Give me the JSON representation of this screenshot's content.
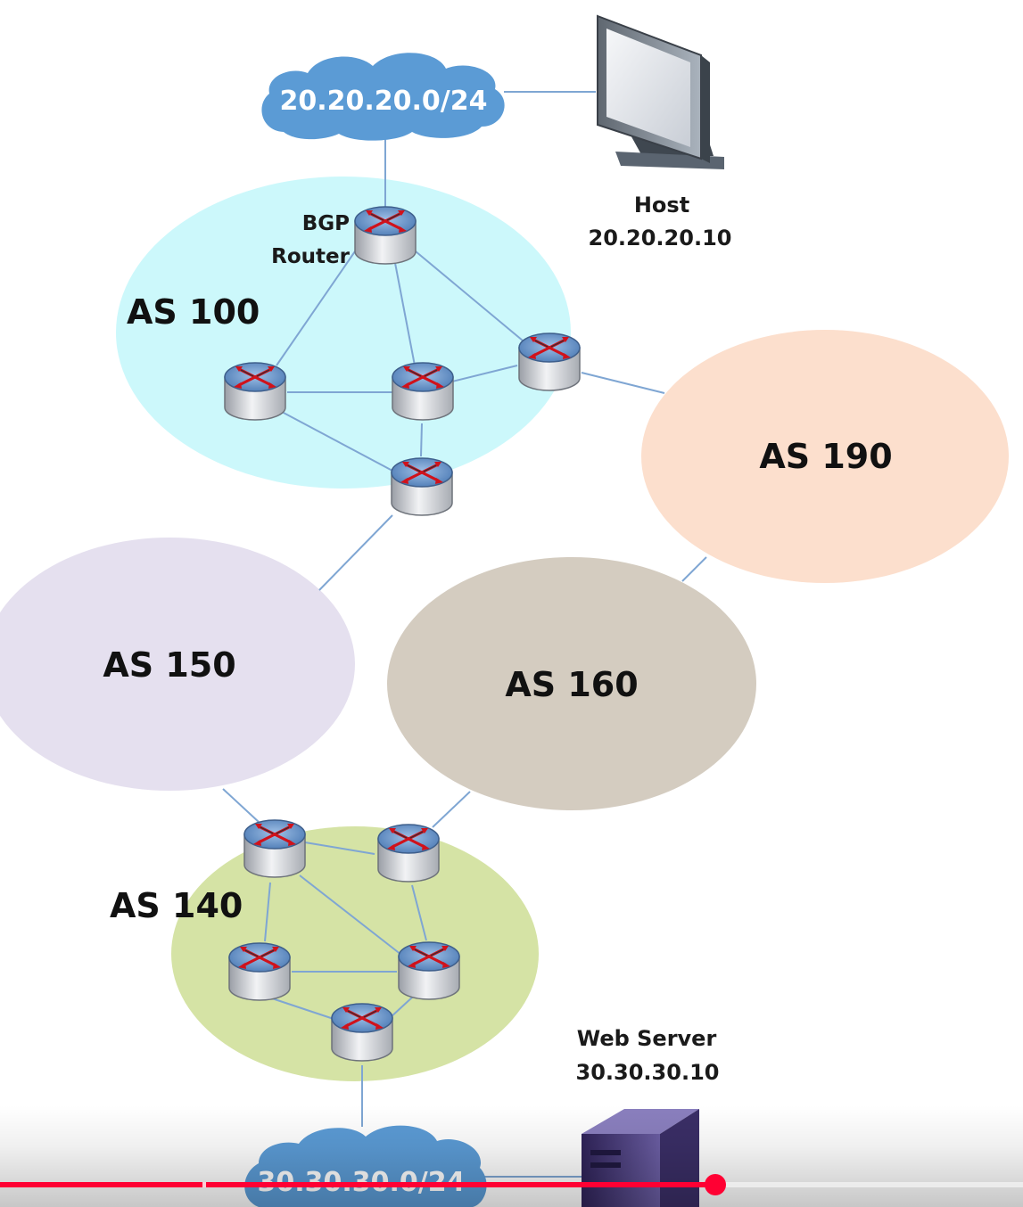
{
  "networks": {
    "top": "20.20.20.0/24",
    "bottom": "30.30.30.0/24"
  },
  "host": {
    "title": "Host",
    "ip": "20.20.20.10"
  },
  "web_server": {
    "title": "Web Server",
    "ip": "30.30.30.10"
  },
  "bgp_router": {
    "line1": "BGP",
    "line2": "Router"
  },
  "systems": {
    "as100": "AS 100",
    "as190": "AS 190",
    "as150": "AS 150",
    "as160": "AS 160",
    "as140": "AS 140"
  },
  "colors": {
    "as100": "#ccf8fb",
    "as190": "#fcdfcd",
    "as150": "#e5e0ef",
    "as160": "#d4ccc0",
    "as140": "#d5e3a5",
    "cloud": "#5b9bd5",
    "link": "#7fa6d3",
    "progress": "#ff0033"
  },
  "video_progress": {
    "played_fraction": 0.699
  }
}
